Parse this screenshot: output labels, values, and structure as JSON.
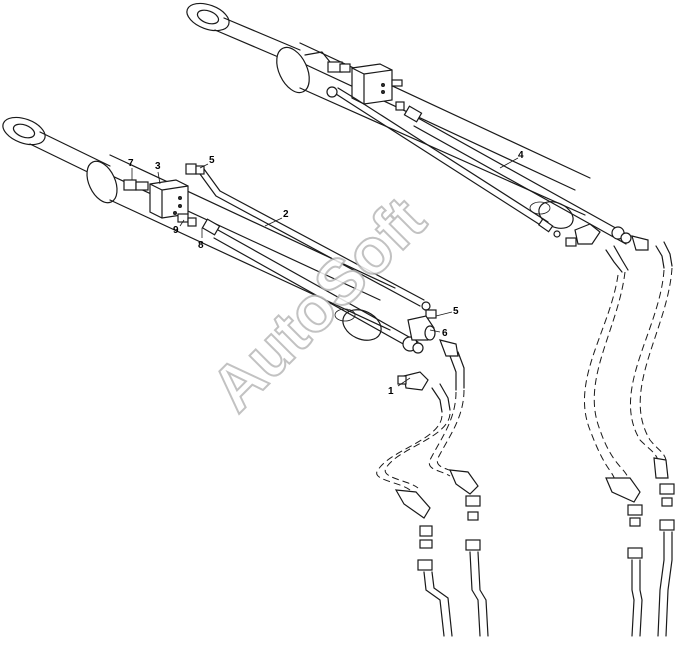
{
  "watermark": "AutoSoft",
  "callouts": {
    "c1": "1",
    "c2": "2",
    "c3": "3",
    "c4": "4",
    "c5a": "5",
    "c5b": "5",
    "c6": "6",
    "c7": "7",
    "c8": "8",
    "c9": "9"
  }
}
